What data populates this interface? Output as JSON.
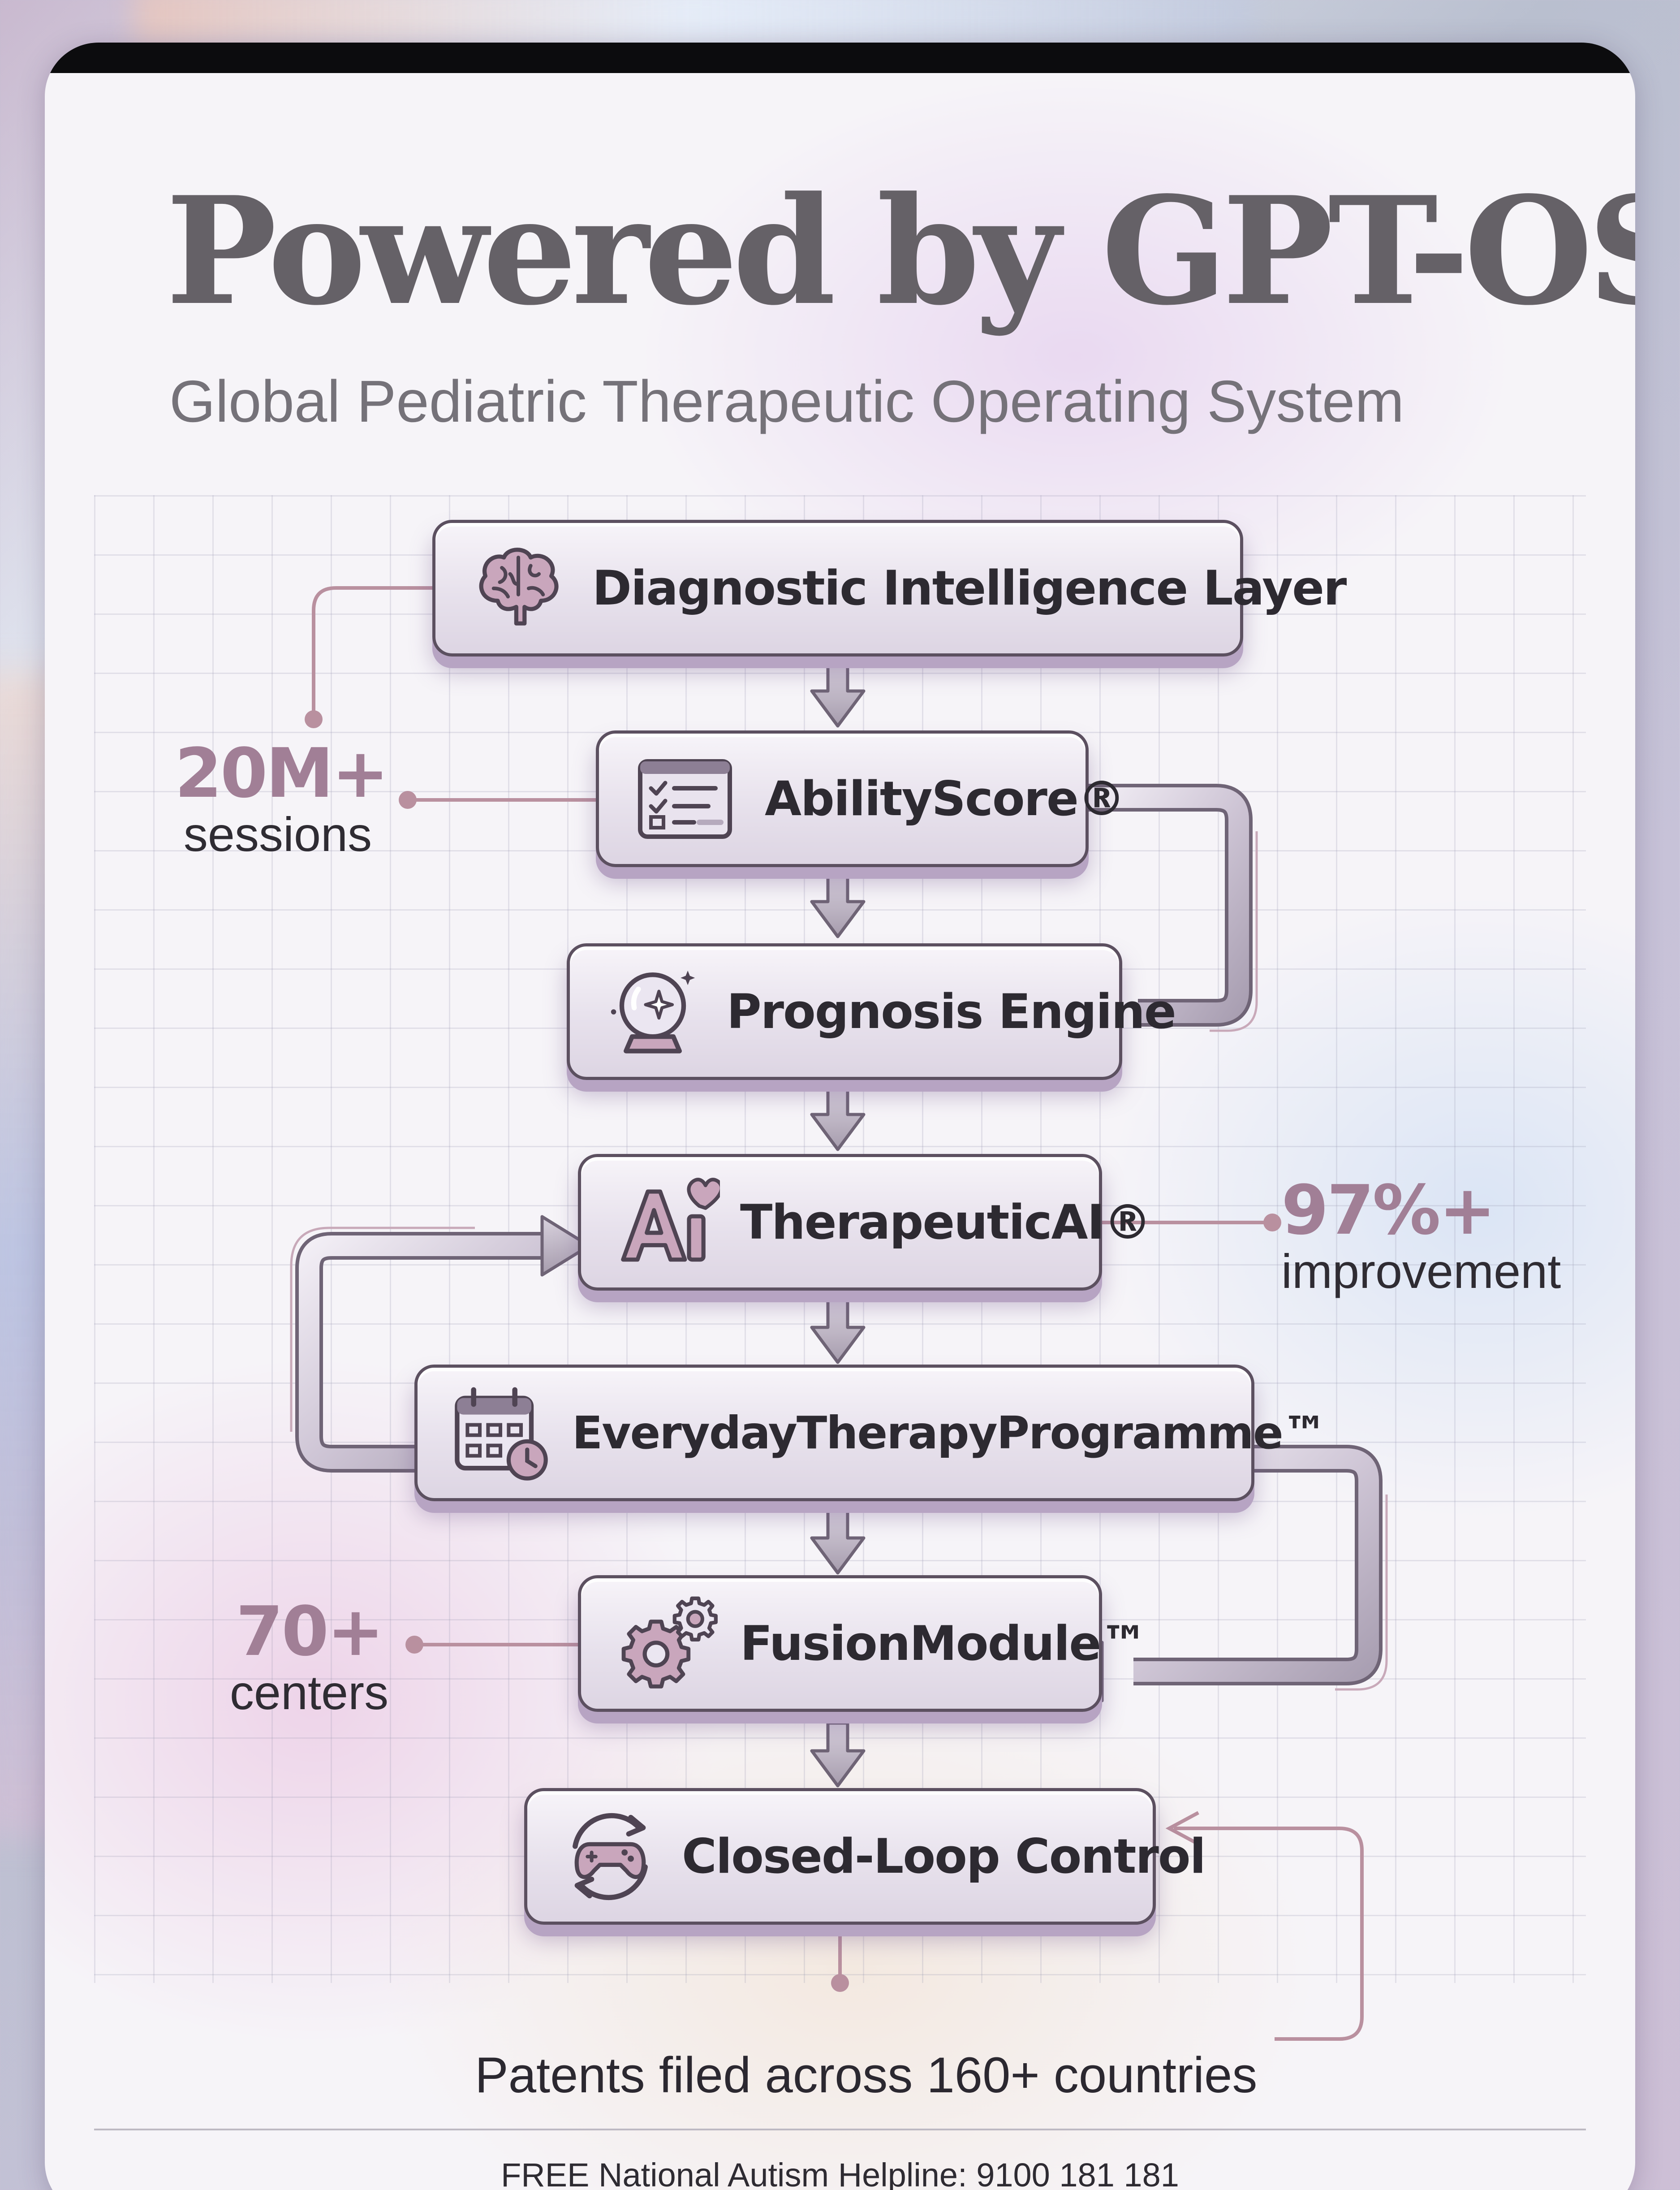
{
  "header": {
    "title": "Powered by GPT-OS",
    "title_mark": "®",
    "subtitle": "Global Pediatric Therapeutic Operating System"
  },
  "flow": {
    "nodes": [
      {
        "id": "diagnostic",
        "label": "Diagnostic Intelligence Layer",
        "icon": "brain-icon"
      },
      {
        "id": "abilityscore",
        "label": "AbilityScore®",
        "icon": "checklist-icon"
      },
      {
        "id": "prognosis",
        "label": "Prognosis Engine",
        "icon": "crystal-ball-icon"
      },
      {
        "id": "therapeutic",
        "label": "TherapeuticAI®",
        "icon": "ai-heart-icon"
      },
      {
        "id": "everyday",
        "label": "EverydayTherapyProgramme™",
        "icon": "calendar-clock-icon"
      },
      {
        "id": "fusion",
        "label": "FusionModule™",
        "icon": "gears-icon"
      },
      {
        "id": "closedloop",
        "label": "Closed-Loop Control",
        "icon": "gamepad-cycle-icon"
      }
    ]
  },
  "stats": {
    "sessions": {
      "value": "20M+",
      "unit": "sessions"
    },
    "improvement": {
      "value": "97%+",
      "unit": "improvement"
    },
    "centers": {
      "value": "70+",
      "unit": "centers"
    }
  },
  "patents": "Patents filed across 160+ countries",
  "footer": "FREE National Autism Helpline: 9100 181 181",
  "colors": {
    "accent": "#a17f96",
    "connector": "#b9909f",
    "node_border": "#5c5060",
    "title": "#656167"
  }
}
